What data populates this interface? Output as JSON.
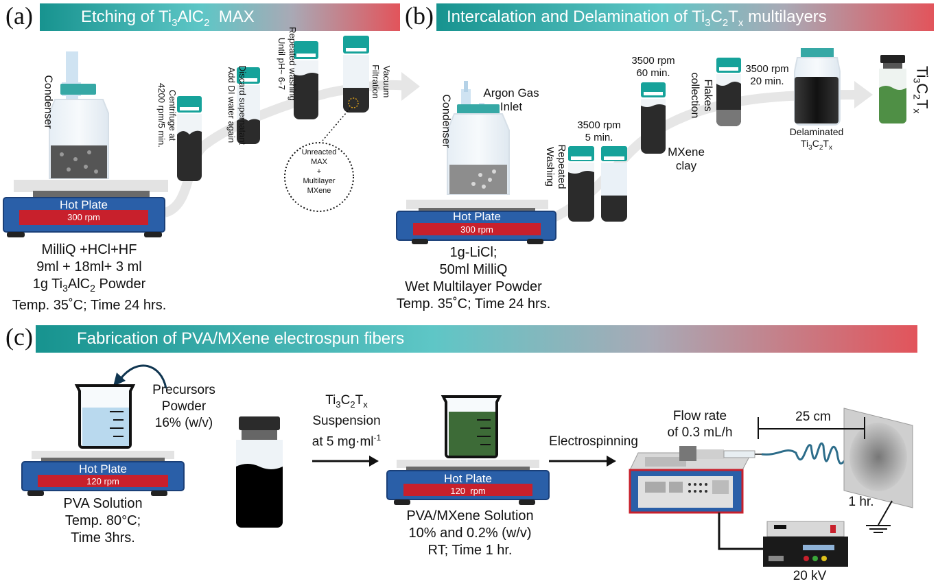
{
  "panels": {
    "a": {
      "letter": "(a)",
      "title_pre": "Etching of Ti",
      "title_sub1": "3",
      "title_mid": "AlC",
      "title_sub2": "2",
      "title_post": "  MAX"
    },
    "b": {
      "letter": "(b)",
      "title_pre": "Intercalation and Delamination of Ti",
      "title_sub1": "3",
      "title_mid": "C",
      "title_sub2": "2",
      "title_mid2": "T",
      "title_sub3": "x",
      "title_post": " multilayers"
    },
    "c": {
      "letter": "(c)",
      "title": "Fabrication of PVA/MXene electrospun fibers"
    }
  },
  "a": {
    "condenser": "Condenser",
    "hotplate": "Hot Plate",
    "rpm": "300 rpm",
    "caption_line1": "MilliQ +HCl+HF",
    "caption_line2": "9ml + 18ml+ 3 ml",
    "caption_line3_pre": "1g Ti",
    "caption_line3_s1": "3",
    "caption_line3_mid": "AlC",
    "caption_line3_s2": "2",
    "caption_line3_post": " Powder",
    "caption_line4": "Temp. 35˚C; Time 24 hrs.",
    "centrifuge_1": "Centrifuge at",
    "centrifuge_2": "4200 rpm/5 min.",
    "discard_1": "Discard supernatant",
    "discard_2": "Add DI water again",
    "wash_1": "Repeated washing",
    "wash_2": "Until pH~ 6-7",
    "vacuum_1": "Vacuum",
    "vacuum_2": "Filtration",
    "unreacted_1": "Unreacted",
    "unreacted_2": "MAX",
    "unreacted_3": "+",
    "unreacted_4": "Multilayer",
    "unreacted_5": "MXene"
  },
  "b": {
    "condenser": "Condenser",
    "argon_1": "Argon Gas",
    "argon_2": "Inlet",
    "hotplate": "Hot Plate",
    "rpm": "300 rpm",
    "caption_line1": "1g-LiCl;",
    "caption_line2": "50ml MilliQ",
    "caption_line3": "Wet Multilayer Powder",
    "caption_line4": "Temp. 35˚C; Time 24 hrs.",
    "repeated_1": "Repeated",
    "repeated_2": "Washing",
    "spin1_1": "3500 rpm",
    "spin1_2": "5 min.",
    "spin2_1": "3500 rpm",
    "spin2_2": "60 min.",
    "clay_1": "MXene",
    "clay_2": "clay",
    "flakes_1": "Flakes",
    "flakes_2": "collection",
    "spin3_1": "3500 rpm",
    "spin3_2": "20 min.",
    "delam_1": "Delaminated",
    "delam_2_pre": "Ti",
    "delam_2_s1": "3",
    "delam_2_mid": "C",
    "delam_2_s2": "2",
    "delam_2_mid2": "T",
    "delam_2_s3": "x",
    "final_pre": "Ti",
    "final_s1": "3",
    "final_mid": "C",
    "final_s2": "2",
    "final_mid2": "T",
    "final_s3": "x"
  },
  "c": {
    "precursors_1": "Precursors",
    "precursors_2": "Powder",
    "precursors_3": "16% (w/v)",
    "hotplate1": "Hot Plate",
    "rpm1": "120 rpm",
    "pva_1": "PVA Solution",
    "pva_2": "Temp. 80°C;",
    "pva_3": "Time 3hrs.",
    "susp_1_pre": "Ti",
    "susp_1_s1": "3",
    "susp_1_mid": "C",
    "susp_1_s2": "2",
    "susp_1_mid2": "T",
    "susp_1_s3": "x",
    "susp_2": "Suspension",
    "susp_3_pre": "at 5 mg·ml",
    "susp_3_sup": "-1",
    "hotplate2": "Hot Plate",
    "rpm2": "120  rpm",
    "mix_1": "PVA/MXene Solution",
    "mix_2": "10% and 0.2% (w/v)",
    "mix_3": "RT; Time 1 hr.",
    "electro": "Electrospinning",
    "flow_1": "Flow rate",
    "flow_2": "of 0.3 mL/h",
    "dist": "25 cm",
    "time": "1 hr.",
    "voltage": "20 kV"
  },
  "colors": {
    "teal": "#17938f",
    "red": "#c8202c",
    "blue": "#2a5fa8",
    "dark": "#2b2b2b",
    "green": "#3f8a3a"
  }
}
